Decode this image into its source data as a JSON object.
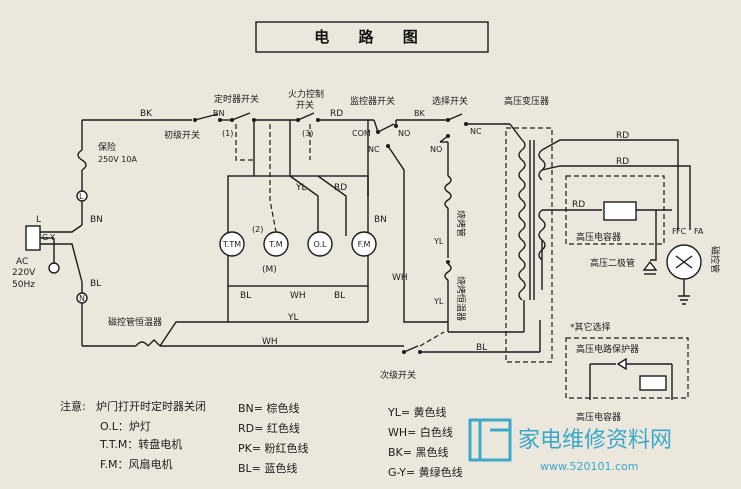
{
  "title": "电 路 图",
  "labels": {
    "power_ac": "AC",
    "power_v": "220V",
    "power_hz": "50Hz",
    "l": "L",
    "n": "N",
    "gy": "G-Y",
    "bk_top": "BK",
    "fuse": "保险",
    "fuse_rating": "250V 10A",
    "bn_left": "BN",
    "bl_left": "BL",
    "primary_switch": "初级开关",
    "timer_switch": "定时器开关",
    "bn_top": "BN",
    "timer_1": "(1)",
    "power_ctrl": "火力控制",
    "power_ctrl2": "开关",
    "power_3": "(3)",
    "rd_top": "RD",
    "monitor_switch": "监控器开关",
    "com": "COM",
    "no_mon": "NO",
    "nc_mon": "NC",
    "select_switch": "选择开关",
    "bk_sel": "BK",
    "nc_sel": "NC",
    "no_sel": "NO",
    "hv_transformer": "高压变压器",
    "ttm": "T.TM",
    "tm": "T.M",
    "ol": "O.L",
    "fm": "F.M",
    "m": "(M)",
    "num2": "(2)",
    "yl1": "YL",
    "rd1": "RD",
    "bn1": "BN",
    "bl1": "BL",
    "wh1": "WH",
    "bl2": "BL",
    "wh2": "WH",
    "grill_tube": "烧烤管",
    "grill_thermo": "烧烤恒温器",
    "yl_g1": "YL",
    "yl_g2": "YL",
    "rd_r1": "RD",
    "rd_r2": "RD",
    "rd_r3": "RD",
    "hv_cap": "高压电容器",
    "hv_diode": "高压二极管",
    "magnetron": "磁控管",
    "f": "F",
    "fc": "FC",
    "fa": "FA",
    "magnetron_thermo": "磁控管恒温器",
    "yl_bottom": "YL",
    "wh_bottom": "WH",
    "bl_bottom": "BL",
    "secondary_switch": "次级开关",
    "other_option": "*其它选择",
    "hv_protector": "高压电路保护器",
    "hv_cap2": "高压电容器"
  },
  "legend": {
    "note": "注意:",
    "items_left": [
      "炉门打开时定时器关闭",
      "O.L：炉灯",
      "T.T.M：转盘电机",
      "F.M：风扇电机"
    ],
    "items_mid": [
      "BN=  棕色线",
      "RD=  红色线",
      "PK=  粉红色线",
      "BL=  蓝色线"
    ],
    "items_right": [
      "YL=  黄色线",
      "WH= 白色线",
      "BK=  黑色线",
      "G-Y= 黄绿色线"
    ]
  },
  "watermark": {
    "text": "家电维修资料网",
    "url": "www.520101.com"
  },
  "colors": {
    "background": "#ece7dc",
    "line": "#1c1c1c",
    "watermark": "#3aa8c8"
  }
}
